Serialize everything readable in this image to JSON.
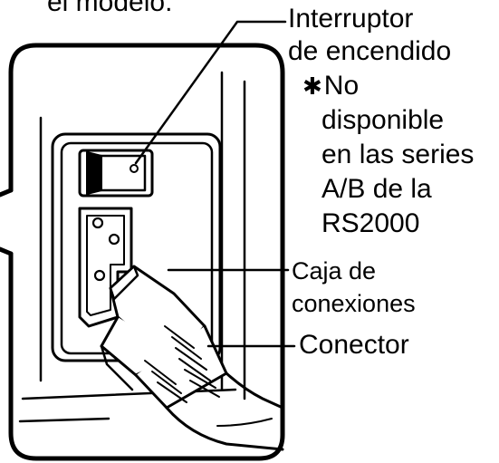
{
  "top_caption": "el modelo.",
  "labels": {
    "switch": {
      "line1": "Interruptor",
      "line2": "de encendido",
      "note_mark": "✱",
      "note_line1": "No",
      "note_line2": "disponible",
      "note_line3": "en las series",
      "note_line4": "A/B de la",
      "note_line5": "RS2000"
    },
    "box": {
      "line1": "Caja de",
      "line2": "conexiones"
    },
    "connector": {
      "line1": "Conector"
    }
  }
}
